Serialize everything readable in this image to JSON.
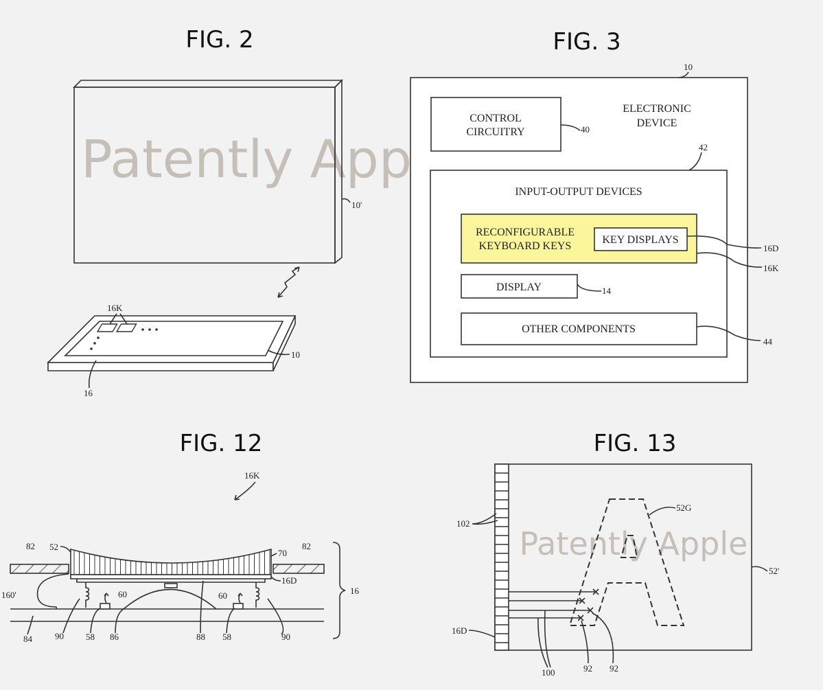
{
  "watermark": "Patently Apple",
  "colors": {
    "highlight": "#fbf59c",
    "background": "#f2f2f2",
    "line": "#333333"
  },
  "fig2": {
    "title": "FIG. 2",
    "refs": {
      "monitor": "10'",
      "keyboard": "10",
      "keys": "16K",
      "keyboard_area": "16"
    }
  },
  "fig3": {
    "title": "FIG. 3",
    "device_ref": "10",
    "device_label_1": "ELECTRONIC",
    "device_label_2": "DEVICE",
    "control_1": "CONTROL",
    "control_2": "CIRCUITRY",
    "control_ref": "40",
    "io_ref": "42",
    "io_label": "INPUT-OUTPUT DEVICES",
    "keys_1": "RECONFIGURABLE",
    "keys_2": "KEYBOARD KEYS",
    "key_displays": "KEY DISPLAYS",
    "key_displays_ref": "16D",
    "keys_ref": "16K",
    "display": "DISPLAY",
    "display_ref": "14",
    "other": "OTHER COMPONENTS",
    "other_ref": "44"
  },
  "fig12": {
    "title": "FIG. 12",
    "refs": {
      "key": "16K",
      "cap": "52",
      "cover_l": "82",
      "cover_r": "82",
      "fibers": "70",
      "display": "16D",
      "flex": "160'",
      "light_l": "60",
      "light_r": "60",
      "keyboard": "16",
      "base": "84",
      "spring_l": "90",
      "sensor_l": "58",
      "dome": "86",
      "layer": "88",
      "sensor_r": "58",
      "spring_r": "90"
    }
  },
  "fig13": {
    "title": "FIG. 13",
    "refs": {
      "glyph": "52G",
      "cells": "102",
      "surface": "52'",
      "display": "16D",
      "lines": "100",
      "point_1": "92",
      "point_2": "92"
    }
  }
}
